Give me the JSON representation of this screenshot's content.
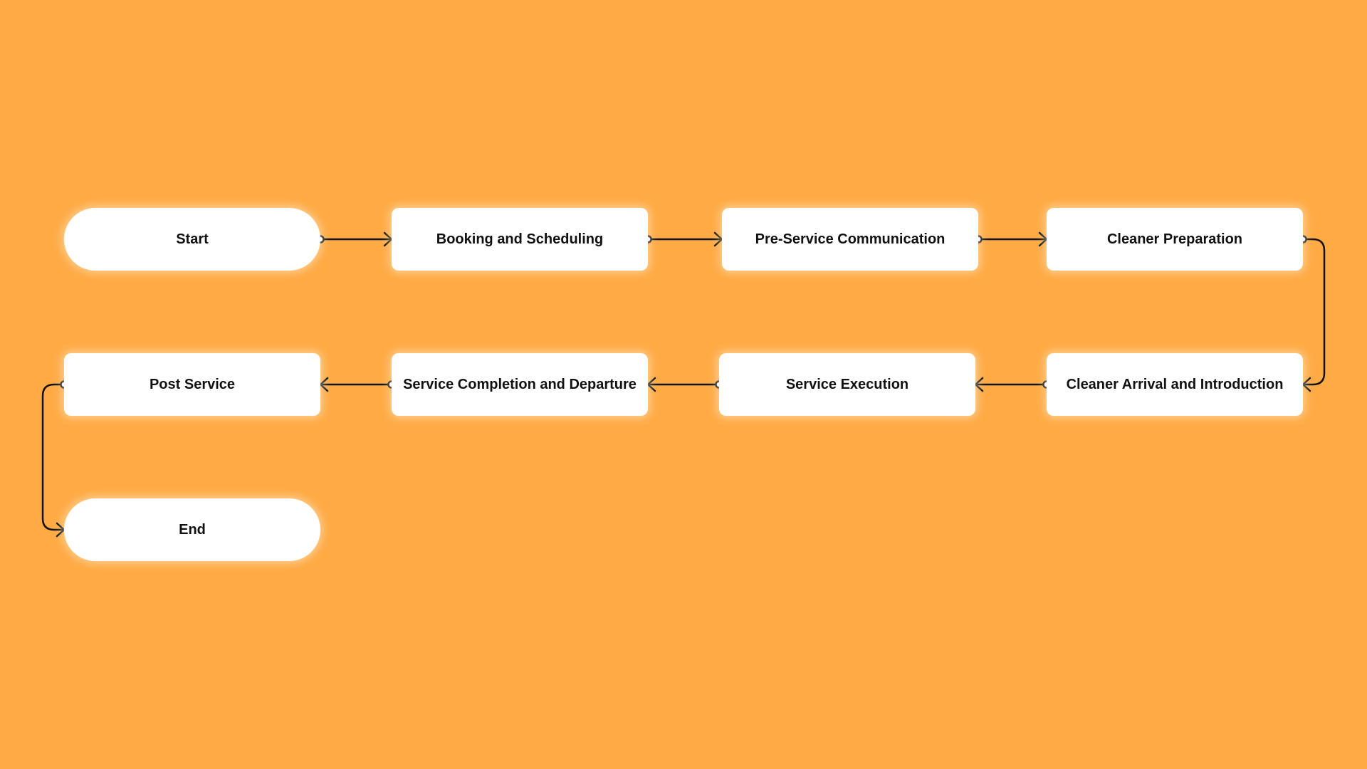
{
  "diagram": {
    "type": "flowchart",
    "background_color": "#FFAA44",
    "node_color": "#FFFFFF",
    "line_color": "#111111",
    "nodes": {
      "start": "Start",
      "booking": "Booking and Scheduling",
      "pre_service": "Pre-Service Communication",
      "preparation": "Cleaner Preparation",
      "arrival": "Cleaner Arrival and Introduction",
      "execution": "Service Execution",
      "completion": "Service Completion and Departure",
      "post_service": "Post Service",
      "end": "End"
    },
    "edges": [
      {
        "from": "start",
        "to": "booking"
      },
      {
        "from": "booking",
        "to": "pre_service"
      },
      {
        "from": "pre_service",
        "to": "preparation"
      },
      {
        "from": "preparation",
        "to": "arrival"
      },
      {
        "from": "arrival",
        "to": "execution"
      },
      {
        "from": "execution",
        "to": "completion"
      },
      {
        "from": "completion",
        "to": "post_service"
      },
      {
        "from": "post_service",
        "to": "end"
      }
    ]
  }
}
